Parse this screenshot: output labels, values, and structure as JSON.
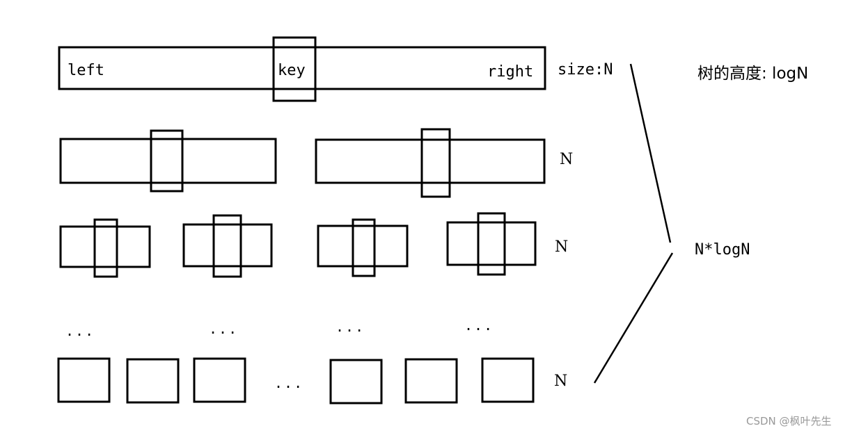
{
  "diagram": {
    "top_array": {
      "left_label": "left",
      "key_label": "key",
      "right_label": "right",
      "size_label": "size:N"
    },
    "level_labels": [
      "N",
      "N",
      "N"
    ],
    "ellipsis": "...",
    "tree_height_label": "树的高度: logN",
    "total_label": "N*logN"
  },
  "watermark": "CSDN @枫叶先生"
}
